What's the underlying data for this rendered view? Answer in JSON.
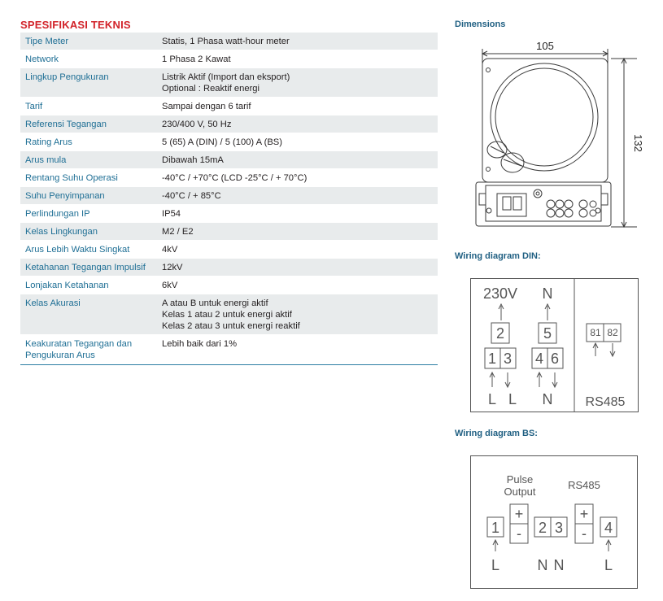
{
  "spec": {
    "title": "SPESIFIKASI TEKNIS",
    "rows": [
      {
        "label": [
          "Tipe Meter"
        ],
        "value": [
          "Statis, 1 Phasa watt-hour meter"
        ]
      },
      {
        "label": [
          "Network"
        ],
        "value": [
          "1 Phasa 2 Kawat"
        ]
      },
      {
        "label": [
          "Lingkup Pengukuran"
        ],
        "value": [
          "Listrik Aktif (Import dan eksport)",
          "Optional : Reaktif energi"
        ]
      },
      {
        "label": [
          "Tarif"
        ],
        "value": [
          "Sampai dengan 6 tarif"
        ]
      },
      {
        "label": [
          "Referensi Tegangan"
        ],
        "value": [
          "230/400 V, 50 Hz"
        ]
      },
      {
        "label": [
          "Rating Arus"
        ],
        "value": [
          "5 (65) A (DIN) / 5 (100) A (BS)"
        ]
      },
      {
        "label": [
          "Arus mula"
        ],
        "value": [
          "Dibawah 15mA"
        ]
      },
      {
        "label": [
          "Rentang Suhu Operasi"
        ],
        "value": [
          "-40°C / +70°C (LCD -25°C / + 70°C)"
        ]
      },
      {
        "label": [
          "Suhu Penyimpanan"
        ],
        "value": [
          "-40°C / + 85°C"
        ]
      },
      {
        "label": [
          "Perlindungan IP"
        ],
        "value": [
          "IP54"
        ]
      },
      {
        "label": [
          "Kelas Lingkungan"
        ],
        "value": [
          "M2 / E2"
        ]
      },
      {
        "label": [
          "Arus Lebih Waktu Singkat"
        ],
        "value": [
          "4kV"
        ]
      },
      {
        "label": [
          "Ketahanan Tegangan Impulsif"
        ],
        "value": [
          "12kV"
        ]
      },
      {
        "label": [
          "Lonjakan Ketahanan"
        ],
        "value": [
          "6kV"
        ]
      },
      {
        "label": [
          "Kelas Akurasi"
        ],
        "value": [
          "A atau B untuk energi aktif",
          "Kelas 1 atau 2 untuk energi aktif",
          "Kelas 2 atau 3 untuk energi reaktif"
        ]
      },
      {
        "label": [
          "Keakuratan Tegangan dan",
          "Pengukuran Arus"
        ],
        "value": [
          "Lebih baik dari 1%"
        ]
      }
    ]
  },
  "dimensions": {
    "heading": "Dimensions",
    "width": "105",
    "height": "132"
  },
  "wiring_din": {
    "heading": "Wiring diagram DIN:",
    "top_labels": [
      "230V",
      "N"
    ],
    "mid_boxes": [
      "2",
      "5"
    ],
    "low_boxes": [
      "1",
      "3",
      "4",
      "6"
    ],
    "bottom_labels": [
      "L",
      "L",
      "N"
    ],
    "rs485_terminals": [
      "81",
      "82"
    ],
    "rs485_label": "RS485"
  },
  "wiring_bs": {
    "heading": "Wiring diagram BS:",
    "pulse_label": [
      "Pulse",
      "Output"
    ],
    "rs485_label": "RS485",
    "boxes": [
      "1",
      "2",
      "3",
      "4"
    ],
    "plus": "+",
    "minus": "-",
    "bottom_labels": [
      "L",
      "N",
      "N",
      "L"
    ]
  }
}
